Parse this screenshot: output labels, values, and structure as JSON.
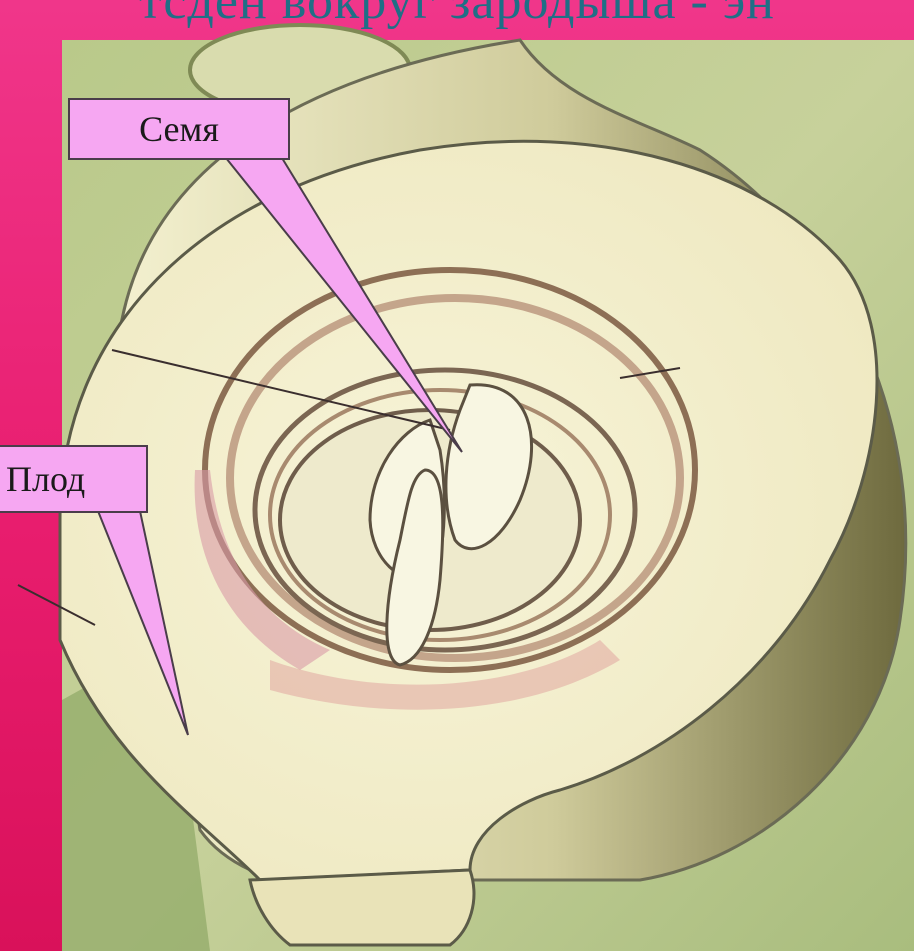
{
  "slide": {
    "top_caption": "тсден  вокруг  зародыша   - эн",
    "colors": {
      "background": "#e8206f",
      "callout_fill": "#f6a7f2",
      "caption_text": "#1f6f86"
    }
  },
  "labels": {
    "seed": "Семя",
    "fruit": "Плод"
  }
}
